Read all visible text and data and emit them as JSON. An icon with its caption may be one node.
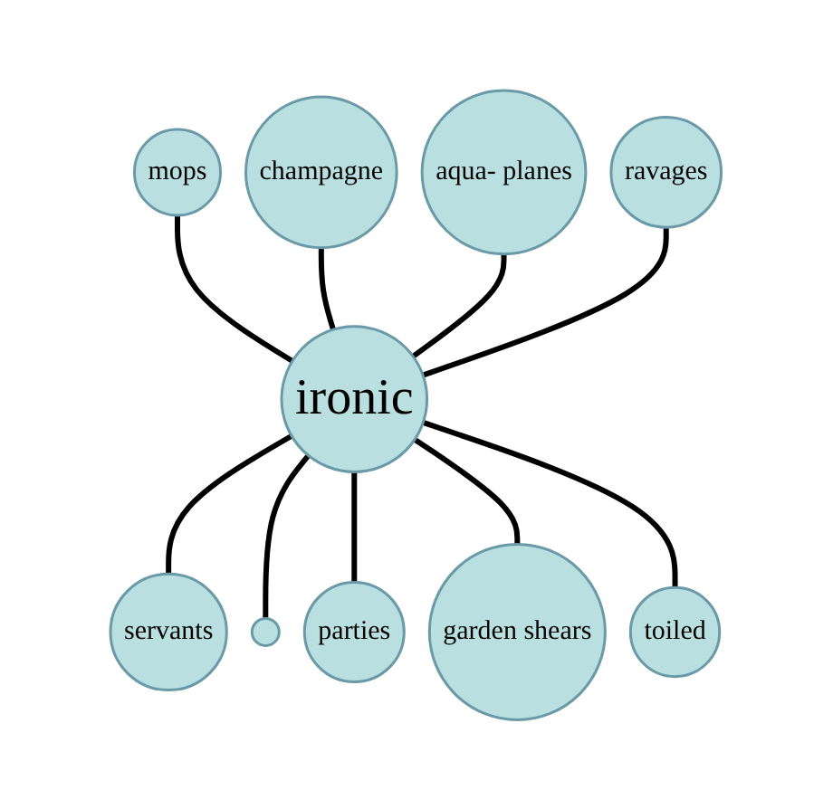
{
  "diagram": {
    "nodes": [
      {
        "text": [
          "ironic"
        ]
      },
      {
        "text": [
          "mops"
        ]
      },
      {
        "text": [
          "champagne"
        ]
      },
      {
        "text": [
          "aqua- planes"
        ]
      },
      {
        "text": [
          "ravages"
        ]
      },
      {
        "text": [
          "servants"
        ]
      },
      {
        "text": [],
        "shape": "circle"
      },
      {
        "text": [
          "parties"
        ]
      },
      {
        "text": [
          "garden shears"
        ]
      },
      {
        "text": [
          "toiled"
        ]
      }
    ],
    "edges": [
      {
        "from": 1,
        "to": 0,
        "arrow": "none"
      },
      {
        "from": 2,
        "to": 0,
        "arrow": "none"
      },
      {
        "from": 3,
        "to": 0,
        "arrow": "none"
      },
      {
        "from": 4,
        "to": 0,
        "arrow": "none"
      },
      {
        "from": 0,
        "to": 5,
        "arrow": "none"
      },
      {
        "from": 0,
        "to": 6,
        "arrow": "none"
      },
      {
        "from": 0,
        "to": 7,
        "arrow": "none"
      },
      {
        "from": 0,
        "to": 8,
        "arrow": "none"
      },
      {
        "from": 0,
        "to": 9,
        "arrow": "none"
      }
    ]
  }
}
